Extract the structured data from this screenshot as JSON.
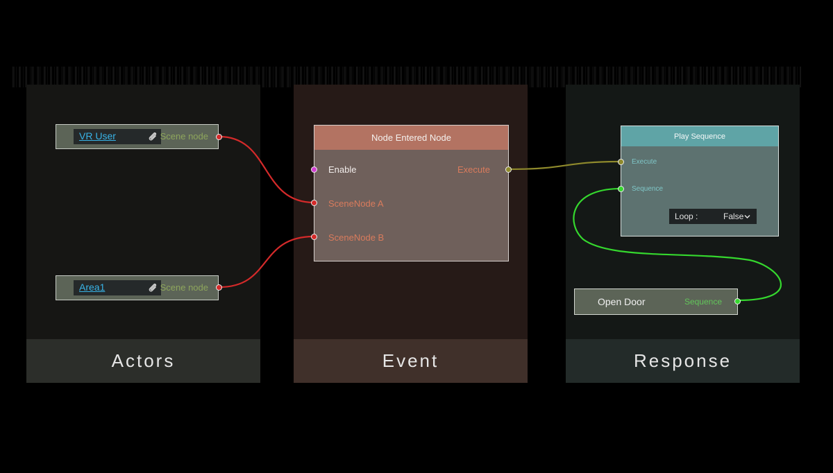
{
  "panels": {
    "actors": "Actors",
    "event": "Event",
    "response": "Response"
  },
  "actor_nodes": [
    {
      "value": "VR User",
      "port_label": "Scene node"
    },
    {
      "value": "Area1",
      "port_label": "Scene node"
    }
  ],
  "event_node": {
    "title": "Node Entered Node",
    "inputs": [
      "Enable",
      "SceneNode A",
      "SceneNode B"
    ],
    "output": "Execute"
  },
  "sequence_node": {
    "title": "Play Sequence",
    "inputs": [
      "Execute",
      "Sequence"
    ],
    "loop_label": "Loop :",
    "loop_value": "False"
  },
  "door_node": {
    "label": "Open Door",
    "port_label": "Sequence"
  },
  "colors": {
    "actor_wire": "#d42a2a",
    "execute_wire": "#8f8a2c",
    "sequence_wire": "#35d82e",
    "enable_port": "#d23fd2",
    "event_port_text": "#d97b5c"
  },
  "icons": {
    "attach": "paperclip-icon",
    "dropdown": "chevron-down-icon"
  }
}
